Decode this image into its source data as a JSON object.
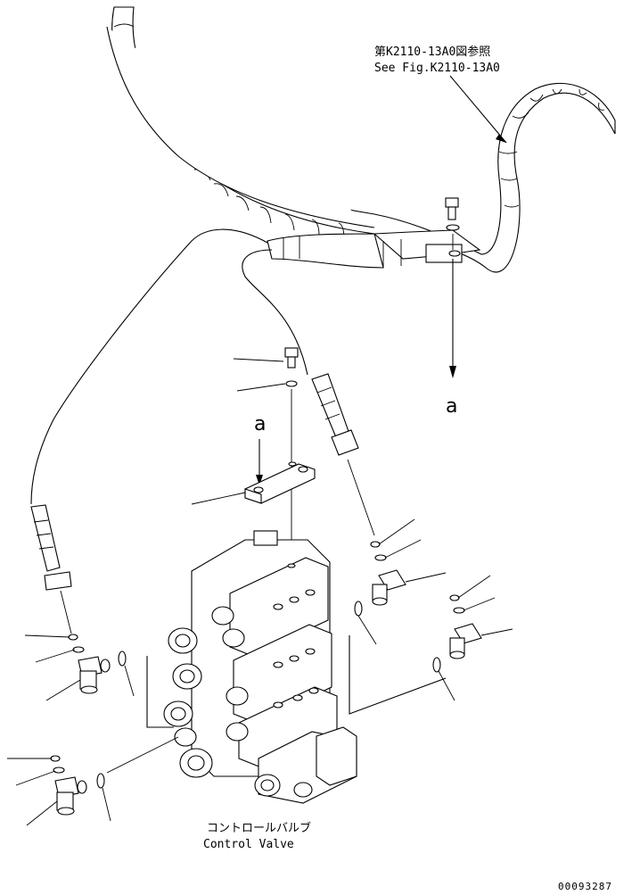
{
  "reference": {
    "japanese": "第K2110-13A0図参照",
    "english": "See Fig.K2110-13A0"
  },
  "markers": {
    "a_top": "a",
    "a_left": "a"
  },
  "component": {
    "japanese": "コントロールバルブ",
    "english": "Control Valve"
  },
  "document_number": "00093287"
}
